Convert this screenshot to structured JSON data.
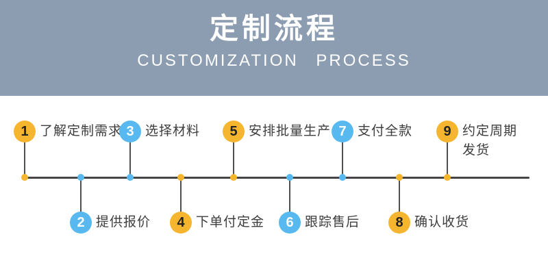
{
  "header": {
    "title": "定制流程",
    "subtitle": "CUSTOMIZATION PROCESS"
  },
  "colors": {
    "banner-bg": "#8C9CB1",
    "yellow": "#F5B52F",
    "blue": "#57B9EF",
    "line": "#454545",
    "label-text": "#3D3D3D"
  },
  "steps": [
    {
      "number": "1",
      "label": "了解定制需求",
      "color": "yellow",
      "position": "top"
    },
    {
      "number": "2",
      "label": "提供报价",
      "color": "blue",
      "position": "bottom"
    },
    {
      "number": "3",
      "label": "选择材料",
      "color": "blue",
      "position": "top"
    },
    {
      "number": "4",
      "label": "下单付定金",
      "color": "yellow",
      "position": "bottom"
    },
    {
      "number": "5",
      "label": "安排批量生产",
      "color": "yellow",
      "position": "top"
    },
    {
      "number": "6",
      "label": "跟踪售后",
      "color": "blue",
      "position": "bottom"
    },
    {
      "number": "7",
      "label": "支付全款",
      "color": "blue",
      "position": "top"
    },
    {
      "number": "8",
      "label": "确认收货",
      "color": "yellow",
      "position": "bottom"
    },
    {
      "number": "9",
      "label": "约定周期发货",
      "color": "yellow",
      "position": "top"
    }
  ]
}
